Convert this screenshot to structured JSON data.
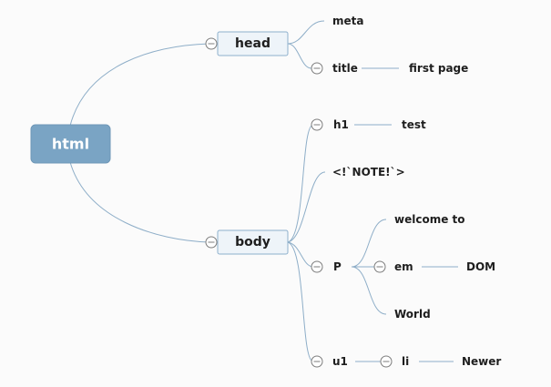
{
  "root": {
    "label": "html"
  },
  "head": {
    "label": "head",
    "children": {
      "meta": "meta",
      "title": "title",
      "title_text": "first page"
    }
  },
  "body": {
    "label": "body",
    "children": {
      "h1": "h1",
      "h1_text": "test",
      "comment": "<!`NOTE!`>",
      "p": "P",
      "p_text1": "welcome to",
      "em": "em",
      "em_text": "DOM",
      "p_text2": "World",
      "ul": "u1",
      "li": "li",
      "li_text": "Newer"
    }
  },
  "colors": {
    "root_fill": "#7aa4c4",
    "branch_fill": "#eef4f9",
    "connector": "#8eaec8"
  }
}
